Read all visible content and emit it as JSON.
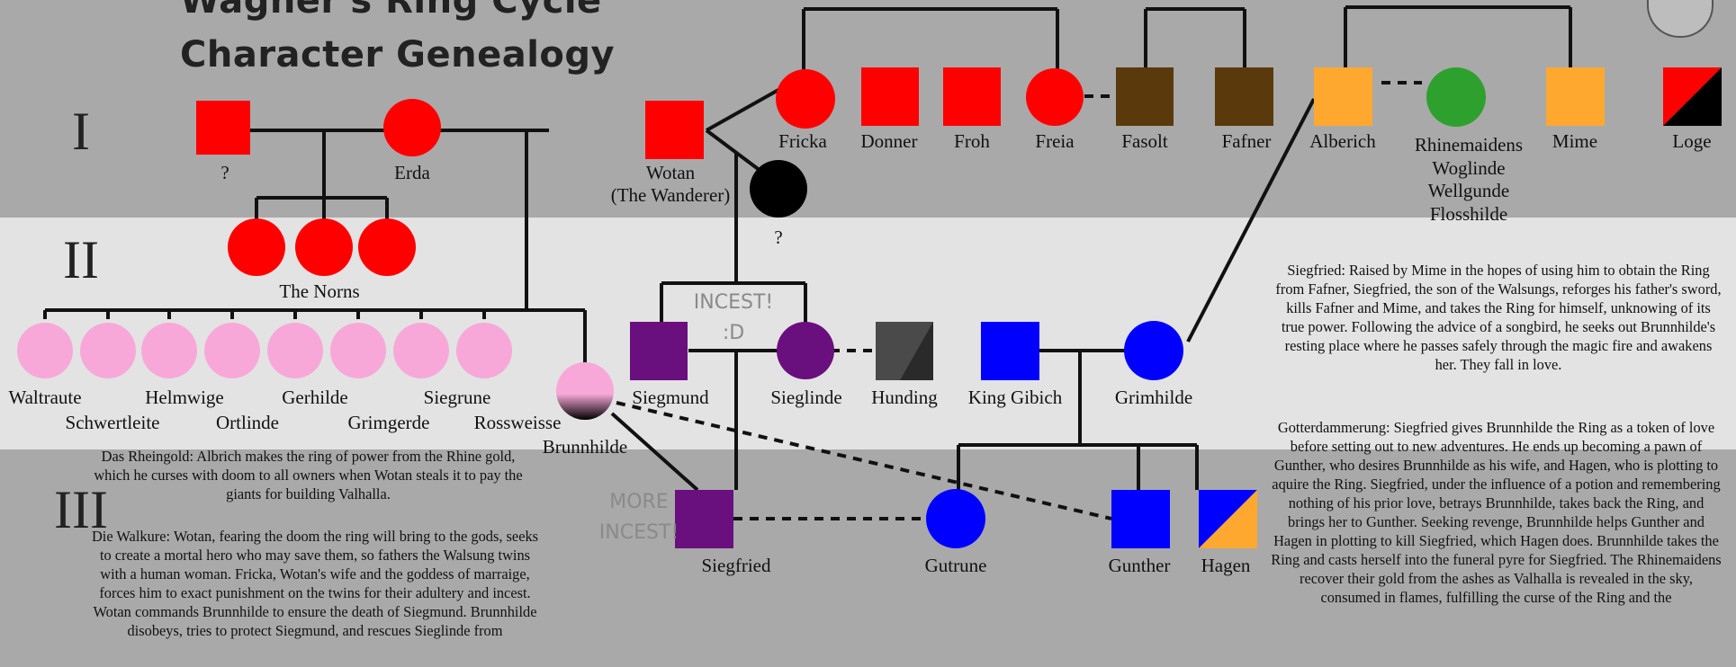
{
  "title": {
    "line1": "Wagner's Ring Cycle",
    "line2": "Character Genealogy"
  },
  "generations": {
    "g1": "I",
    "g2": "II",
    "g3": "III"
  },
  "labels": {
    "unknown_father": "?",
    "erda": "Erda",
    "wotan": "Wotan",
    "wotan_alias": "(The Wanderer)",
    "unknown_mother": "?",
    "fricka": "Fricka",
    "donner": "Donner",
    "froh": "Froh",
    "freia": "Freia",
    "fasolt": "Fasolt",
    "fafner": "Fafner",
    "alberich": "Alberich",
    "rhinemaidens": "Rhinemaidens",
    "woglinde": "Woglinde",
    "wellgunde": "Wellgunde",
    "flosshilde": "Flosshilde",
    "mime": "Mime",
    "loge": "Loge",
    "norns": "The Norns",
    "waltraute": "Waltraute",
    "schwertleite": "Schwertleite",
    "helmwige": "Helmwige",
    "ortlinde": "Ortlinde",
    "gerhilde": "Gerhilde",
    "grimgerde": "Grimgerde",
    "siegrune": "Siegrune",
    "rossweisse": "Rossweisse",
    "brunnhilde": "Brunnhilde",
    "siegmund": "Siegmund",
    "sieglinde": "Sieglinde",
    "hunding": "Hunding",
    "king_gibich": "King Gibich",
    "grimhilde": "Grimhilde",
    "siegfried": "Siegfried",
    "gutrune": "Gutrune",
    "gunther": "Gunther",
    "hagen": "Hagen"
  },
  "stamps": {
    "incest_1": "INCEST!",
    "incest_2": ":D",
    "more_incest_1": "MORE",
    "more_incest_2": "INCEST!"
  },
  "notes": {
    "rheingold": "Das Rheingold: Albrich makes the ring of power from the Rhine gold, which he curses with doom to all owners when Wotan steals it to pay the giants for building Valhalla.",
    "walkure": "Die Walkure: Wotan, fearing the doom the ring will bring to the gods, seeks to create a mortal hero who may save them, so fathers the Walsung twins with a human woman. Fricka, Wotan's wife and the goddess of marraige, forces him to exact punishment on the twins for their adultery and incest. Wotan commands Brunnhilde to ensure the death of Siegmund. Brunnhilde disobeys, tries to protect Siegmund, and rescues Sieglinde from",
    "siegfried": "Siegfried: Raised by Mime in the hopes of using him to obtain the Ring from Fafner, Siegfried, the son of the Walsungs, reforges his father's sword, kills Fafner and Mime, and takes the Ring for himself, unknowing of its true power. Following the advice of a songbird, he seeks out Brunnhilde's resting place where he passes safely through the magic fire and awakens her. They fall in love.",
    "gotterdammerung": "Gotterdammerung: Siegfried gives Brunnhilde the Ring as a token of love before setting out to new adventures. He ends up becoming a pawn of Gunther, who desires Brunnhilde as his wife, and Hagen, who is plotting to aquire the Ring. Siegfried, under the influence of a potion and remembering nothing of his prior love, betrays Brunnhilde, takes back the Ring, and brings her to Gunther. Seeking revenge, Brunnhilde helps Gunther and Hagen in plotting to kill Siegfried, which Hagen does. Brunnhilde takes the Ring and casts herself into the funeral pyre for Siegfried. The Rhinemaidens recover their gold from the ashes as Valhalla is revealed in the sky, consumed in flames, fulfilling the curse of the Ring and the"
  },
  "colors": {
    "male_god": "#ff0000",
    "female_god": "#ff0000",
    "valkyrie": "#f7a8d8",
    "walsung": "#6a0f7e",
    "gibichung": "#0000ff",
    "giant": "#5a3a0c",
    "nibelung": "#ffa830",
    "rhinemaiden": "#2ea02e",
    "hunding": "#4a4a4a",
    "unknown": "#000000"
  }
}
